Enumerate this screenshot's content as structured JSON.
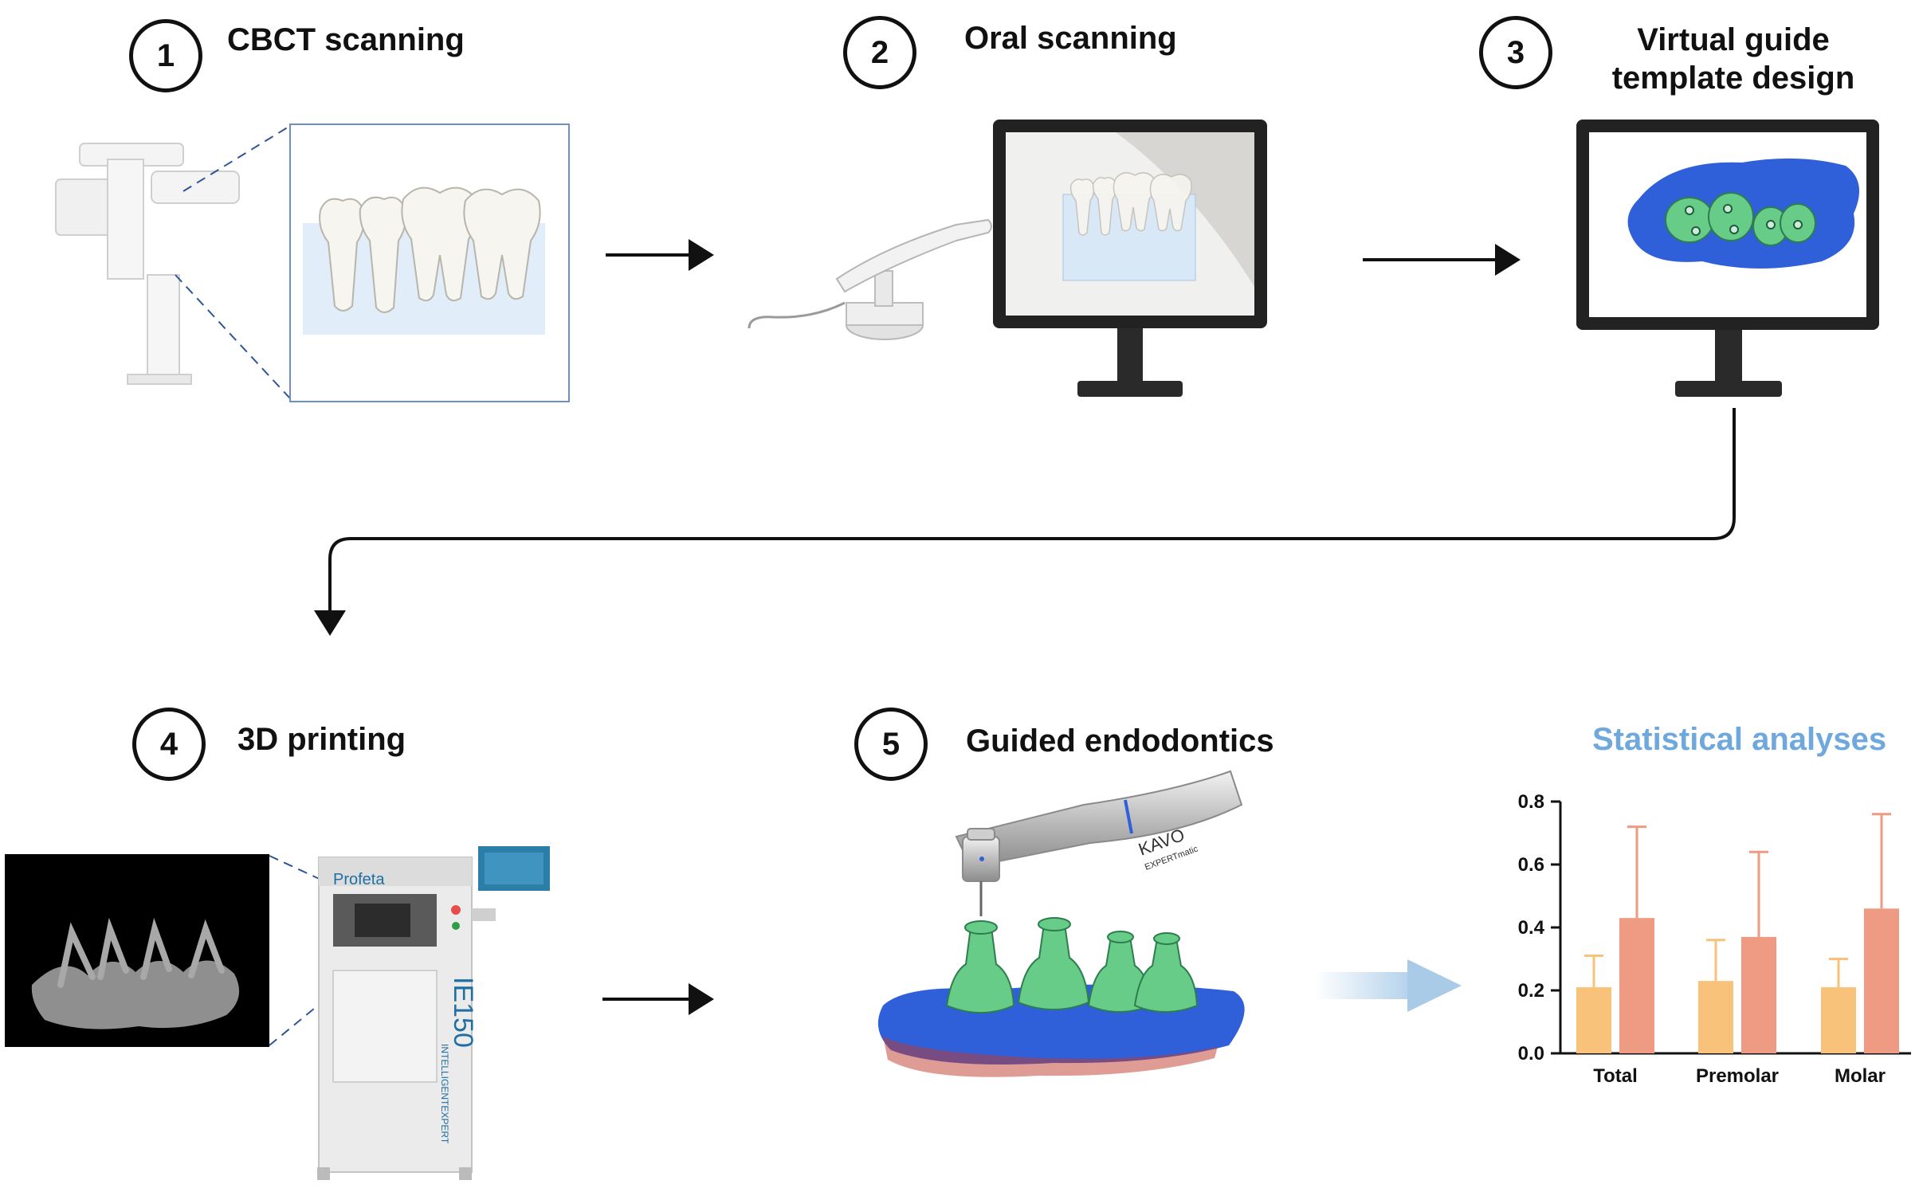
{
  "steps": [
    {
      "number": "1",
      "title": "CBCT scanning"
    },
    {
      "number": "2",
      "title": "Oral scanning"
    },
    {
      "number": "3",
      "title": "Virtual guide template design"
    },
    {
      "number": "4",
      "title": "3D printing"
    },
    {
      "number": "5",
      "title": "Guided endodontics"
    }
  ],
  "printer": {
    "brand": "Profeta",
    "model": "IE150",
    "side_text": "INTELLIGENTEXPERT"
  },
  "handpiece": {
    "brand": "KAVO",
    "model": "EXPERTmatic"
  },
  "colors": {
    "guide_green": "#66cc88",
    "model_blue": "#2f5fd9",
    "arrow_light": "#a9cbe8"
  },
  "chart_data": {
    "type": "bar",
    "title": "Statistical analyses",
    "categories": [
      "Total",
      "Premolar",
      "Molar"
    ],
    "series": [
      {
        "color": "#f9c27a",
        "values": [
          0.21,
          0.23,
          0.21
        ],
        "errors": [
          0.1,
          0.13,
          0.09
        ]
      },
      {
        "color": "#ef9a82",
        "values": [
          0.43,
          0.37,
          0.46
        ],
        "errors": [
          0.29,
          0.27,
          0.3
        ]
      }
    ],
    "ylim": [
      0,
      0.8
    ],
    "yticks": [
      "0.0",
      "0.2",
      "0.4",
      "0.6",
      "0.8"
    ],
    "xlabel": "",
    "ylabel": "",
    "grid": false
  }
}
